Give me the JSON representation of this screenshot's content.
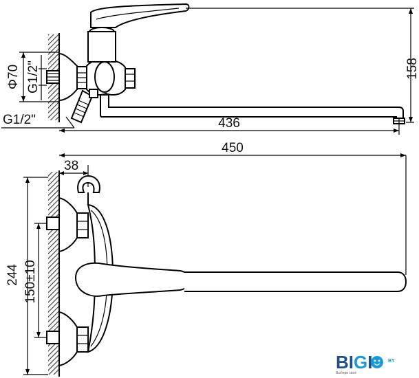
{
  "dimensions": {
    "phi70": "Φ70",
    "inlet_thread_top": "G1/2\"",
    "inlet_thread_side": "G1/2\"",
    "height_158": "158",
    "spout_436": "436",
    "total_450": "450",
    "offset_38": "38",
    "height_244": "244",
    "centers_150": "150±10"
  },
  "logo": {
    "brand_part1": "BI",
    "brand_part2": "G",
    "brand_part3": "I",
    "suffix": "BY",
    "tagline": "Выбери своё"
  },
  "colors": {
    "line": "#000000",
    "logo_dark": "#1e4f8c",
    "logo_accent": "#1b9ad6"
  }
}
